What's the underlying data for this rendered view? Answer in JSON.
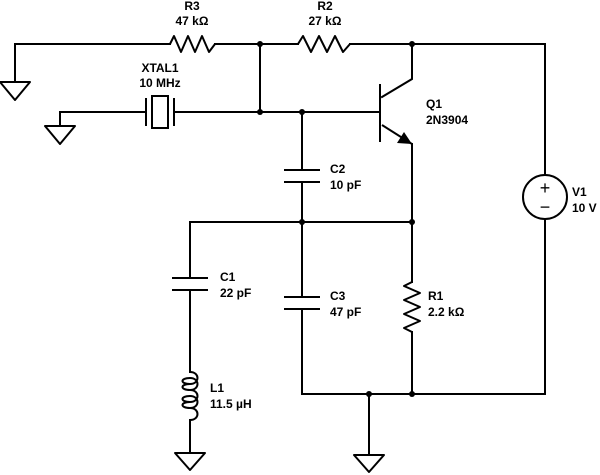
{
  "components": {
    "r3": {
      "ref": "R3",
      "value": "47 kΩ"
    },
    "r2": {
      "ref": "R2",
      "value": "27 kΩ"
    },
    "xtal1": {
      "ref": "XTAL1",
      "value": "10 MHz"
    },
    "q1": {
      "ref": "Q1",
      "value": "2N3904"
    },
    "c2": {
      "ref": "C2",
      "value": "10 pF"
    },
    "c1": {
      "ref": "C1",
      "value": "22 pF"
    },
    "c3": {
      "ref": "C3",
      "value": "47 pF"
    },
    "r1": {
      "ref": "R1",
      "value": "2.2 kΩ"
    },
    "l1": {
      "ref": "L1",
      "value": "11.5 µH"
    },
    "v1": {
      "ref": "V1",
      "value": "10 V",
      "plus": "+",
      "minus": "−"
    }
  }
}
